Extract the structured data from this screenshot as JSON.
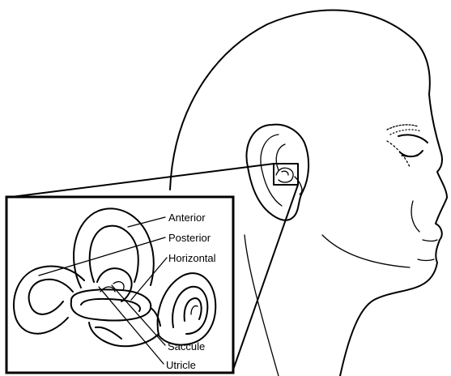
{
  "labels": {
    "anterior": "Anterior",
    "posterior": "Posterior",
    "horizontal": "Horizontal",
    "saccule": "Saccule",
    "utricle": "Utricle"
  },
  "colors": {
    "line": "#000000",
    "background": "#ffffff"
  }
}
